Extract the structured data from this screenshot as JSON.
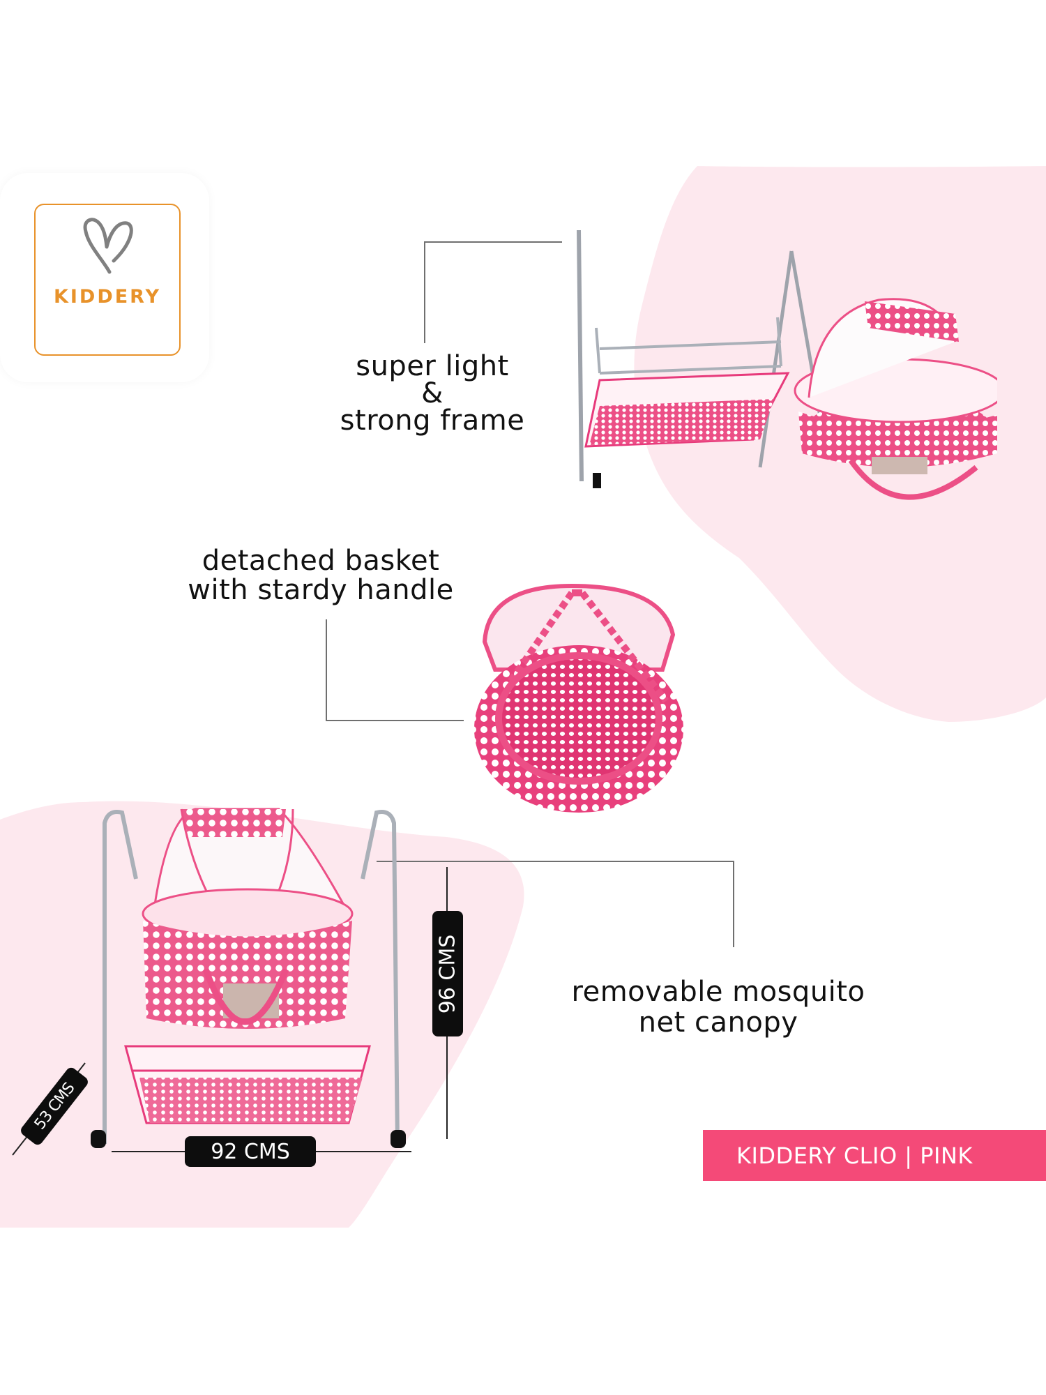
{
  "logo": {
    "brand_name": "KIDDERY",
    "icon": "heart-icon",
    "border_color": "#e8922a",
    "text_color": "#e8922a",
    "heart_color": "#808080"
  },
  "features": [
    {
      "id": "frame",
      "lines": [
        "super light",
        "&",
        "strong frame"
      ]
    },
    {
      "id": "basket",
      "lines": [
        "detached basket",
        "with stardy handle"
      ]
    },
    {
      "id": "canopy",
      "lines": [
        "removable mosquito",
        "net canopy"
      ]
    }
  ],
  "dimensions": {
    "width": "92 CMS",
    "height": "96 CMS",
    "depth": "53 CMS"
  },
  "product_label": {
    "text": "KIDDERY CLIO | PINK",
    "background": "#f44a78"
  },
  "colors": {
    "background_blob": "#fde8ee",
    "fabric_pink": "#ec4f86",
    "polka_dot": "#ffffff",
    "frame_metal": "#b8bcc4",
    "leader_line": "#6f6f6f"
  },
  "images": [
    {
      "id": "frame-and-basket-separated",
      "alt": "cradle frame with detached basket"
    },
    {
      "id": "basket-top-view",
      "alt": "detached basket with handle"
    },
    {
      "id": "assembled-cradle",
      "alt": "assembled cradle with mosquito net"
    }
  ]
}
